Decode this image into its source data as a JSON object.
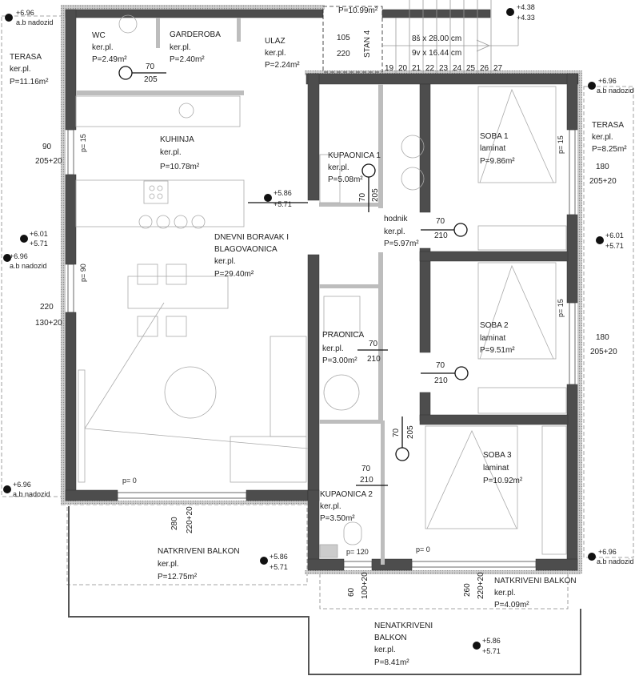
{
  "colors": {
    "wall": "#4d4d4d",
    "line": "#999999",
    "text": "#222222"
  },
  "rooms": {
    "terasa_left": {
      "name": "TERASA",
      "floor": "ker.pl.",
      "area": "P=11.16m²"
    },
    "wc": {
      "name": "WC",
      "floor": "ker.pl.",
      "area": "P=2.49m²"
    },
    "garderoba": {
      "name": "GARDEROBA",
      "floor": "ker.pl.",
      "area": "P=2.40m²"
    },
    "ulaz": {
      "name": "ULAZ",
      "floor": "ker.pl.",
      "area": "P=2.24m²"
    },
    "stubiste": {
      "area": "P=10.99m²"
    },
    "kuhinja": {
      "name": "KUHINJA",
      "floor": "ker.pl.",
      "area": "P=10.78m²"
    },
    "dnevni": {
      "name1": "DNEVNI BORAVAK I",
      "name2": "BLAGOVAONICA",
      "floor": "ker.pl.",
      "area": "P=29.40m²"
    },
    "kupaonica1": {
      "name": "KUPAONICA 1",
      "floor": "ker.pl.",
      "area": "P=5.08m²"
    },
    "hodnik": {
      "name": "hodnik",
      "floor": "ker.pl.",
      "area": "P=5.97m²"
    },
    "praonica": {
      "name": "PRAONICA",
      "floor": "ker.pl.",
      "area": "P=3.00m²"
    },
    "kupaonica2": {
      "name": "KUPAONICA 2",
      "floor": "ker.pl.",
      "area": "P=3.50m²"
    },
    "soba1": {
      "name": "SOBA 1",
      "floor": "laminat",
      "area": "P=9.86m²"
    },
    "soba2": {
      "name": "SOBA  2",
      "floor": "laminat",
      "area": "P=9.51m²"
    },
    "soba3": {
      "name": "SOBA 3",
      "floor": "laminat",
      "area": "P=10.92m²"
    },
    "terasa_right": {
      "name": "TERASA",
      "floor": "ker.pl.",
      "area": "P=8.25m²"
    },
    "balkon1": {
      "name": "NATKRIVENI BALKON",
      "floor": "ker.pl.",
      "area": "P=12.75m²"
    },
    "balkon2": {
      "name": "NATKRIVENI BALKON",
      "floor": "ker.pl.",
      "area": "P=4.09m²"
    },
    "balkon3": {
      "name1": "NENATKRIVENI",
      "name2": "BALKON",
      "floor": "ker.pl.",
      "area": "P=8.41m²"
    }
  },
  "stairs": {
    "treads": "8š x 28.00 cm",
    "risers": "9v x 16.44 cm",
    "steps": [
      "19",
      "20",
      "21",
      "22",
      "23",
      "24",
      "25",
      "26",
      "27"
    ],
    "door_w": "105",
    "door_h": "220",
    "unit": "STAN 4"
  },
  "levels": {
    "nadozid": {
      "top": "+6.96",
      "bottom": "a.b nadozid"
    },
    "stair": {
      "top": "+4.38",
      "bottom": "+4.33"
    },
    "floor": {
      "top": "+5.86",
      "bottom": "+5.71"
    },
    "terrace": {
      "top": "+6.01",
      "bottom": "+5.71"
    }
  },
  "doors": {
    "wc": {
      "w": "70",
      "h": "205"
    },
    "kup1": {
      "w": "70",
      "h": "205"
    },
    "soba1": {
      "w": "70",
      "h": "210"
    },
    "praonica": {
      "w": "70",
      "h": "210"
    },
    "soba2": {
      "w": "70",
      "h": "210"
    },
    "soba3": {
      "w": "70",
      "h": "205"
    },
    "kup2": {
      "w": "70",
      "h": "210"
    }
  },
  "windows": {
    "kuhinja": {
      "w": "90",
      "h": "205+20",
      "sill": "p= 15"
    },
    "dnevni": {
      "w": "220",
      "h": "130+20",
      "sill": "p= 90"
    },
    "soba1": {
      "w": "180",
      "h": "205+20",
      "sill": "p= 15"
    },
    "soba2": {
      "w": "180",
      "h": "205+20",
      "sill": "p= 15"
    },
    "balkon1": {
      "w": "280",
      "h": "220+20",
      "sill": "p= 0"
    },
    "kup2": {
      "w": "60",
      "h": "100+20",
      "sill": "p= 120"
    },
    "soba3": {
      "w": "260",
      "h": "220+20",
      "sill": "p= 0"
    }
  }
}
